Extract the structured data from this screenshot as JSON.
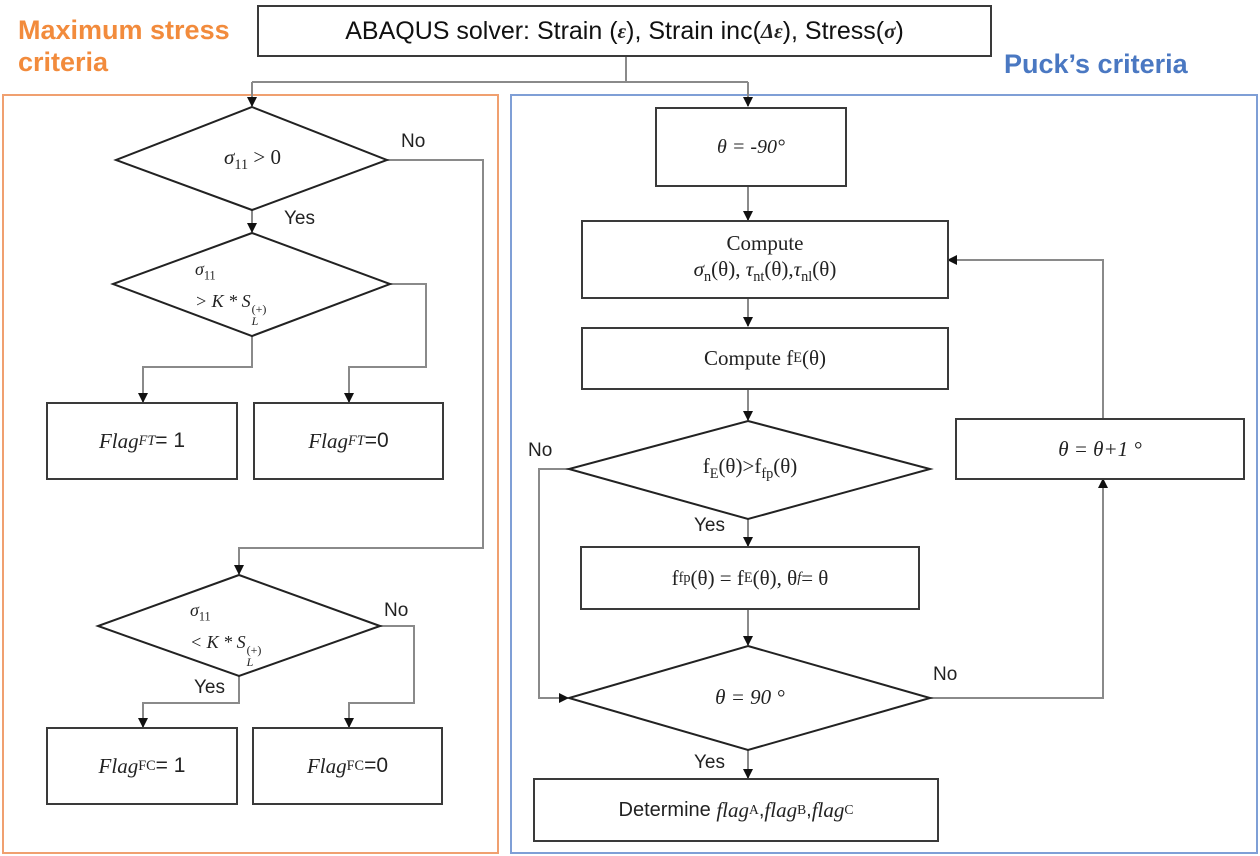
{
  "titles": {
    "left": "Maximum stress criteria",
    "right": "Puck’s criteria"
  },
  "colors": {
    "left_panel": "#f0a070",
    "left_title": "#f28b3c",
    "right_panel": "#7f9fd6",
    "right_title": "#4a78c2",
    "node_border": "#3a3a3a",
    "connector": "#8a8a8a"
  },
  "header": {
    "text": "ABAQUS solver: Strain (ε), Strain inc(Δε), Stress(σ)",
    "prefix": "ABAQUS solver: Strain (",
    "eps1": "ε",
    "mid1": "), Strain inc(",
    "deps": "Δε",
    "mid2": "), Stress(",
    "sig": "σ",
    "suffix": ")"
  },
  "left": {
    "decision1": {
      "lhs": "σ",
      "lhs_sub": "11",
      "rhs": " > 0"
    },
    "decision2": {
      "line1": "σ",
      "line1_sub": "11",
      "line2_pre": "> K * S",
      "line2_sub": "L",
      "line2_sup": "(+)"
    },
    "decision3": {
      "line1": "σ",
      "line1_sub": "11",
      "line2_pre": "< K * S",
      "line2_sub": "L",
      "line2_sup": "(+)"
    },
    "boxes": [
      {
        "name": "Flag",
        "sub": "FT",
        "value": " = 1"
      },
      {
        "name": "Flag",
        "sub": "FT",
        "value": " =0"
      },
      {
        "name": "Flag",
        "sub": "FC",
        "value": " = 1"
      },
      {
        "name": "Flag",
        "sub": "FC",
        "value": " =0"
      }
    ],
    "labels": {
      "no1": "No",
      "yes1": "Yes",
      "no3": "No",
      "yes3": "Yes"
    }
  },
  "right": {
    "init": "θ = -90°",
    "compute1": {
      "line1": "Compute",
      "line2": "σn(θ), τnt(θ),τnl(θ)",
      "sigma": "σ",
      "sigma_sub": "n",
      "tau1": "τ",
      "tau1_sub": "nt",
      "tau2": "τ",
      "tau2_sub": "nl",
      "theta": "(θ)"
    },
    "compute2": {
      "prefix": "Compute  f",
      "sub": "E",
      "suffix": "(θ)"
    },
    "decision1": {
      "text": "fE(θ)>ffp(θ)",
      "f": "f",
      "sub1": "E",
      "mid": "(θ)>f",
      "sub2": "fp",
      "end": "(θ)"
    },
    "update": {
      "text": "ffp(θ) =  fE(θ), θf= θ",
      "f": "f",
      "sub1": "fp",
      "a": "(θ) =  f",
      "sub2": "E",
      "b": "(θ), θ",
      "sub3": "f",
      "c": "= θ"
    },
    "increment": "θ = θ+1 °",
    "decision2": "θ = 90 °",
    "final": {
      "prefix": "Determine ",
      "flag": "flag",
      "subA": "A",
      "subB": "B",
      "subC": "C",
      "sep": ", "
    },
    "labels": {
      "no1": "No",
      "yes1": "Yes",
      "no2": "No",
      "yes2": "Yes"
    }
  }
}
